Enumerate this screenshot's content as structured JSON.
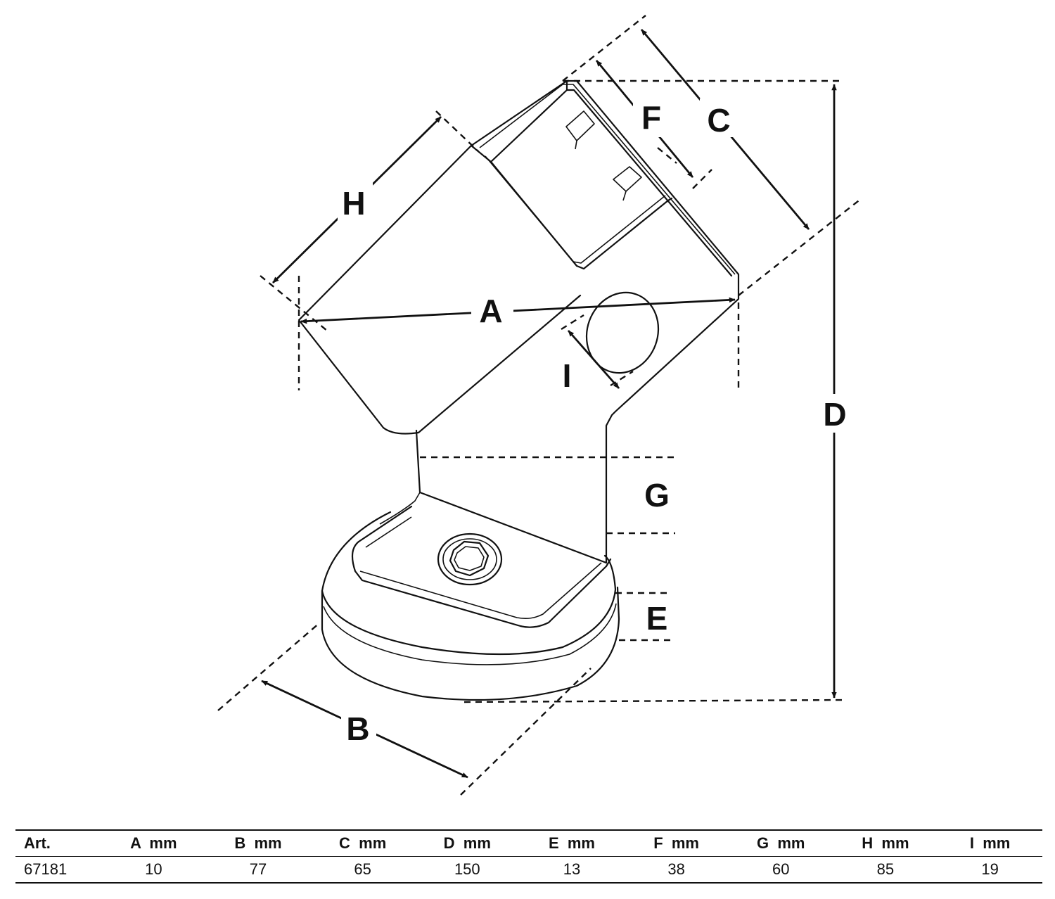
{
  "diagram": {
    "labels": [
      "A",
      "B",
      "C",
      "D",
      "E",
      "F",
      "G",
      "H",
      "I"
    ]
  },
  "table": {
    "headers": [
      "Art.",
      "A  mm",
      "B  mm",
      "C  mm",
      "D  mm",
      "E  mm",
      "F  mm",
      "G  mm",
      "H  mm",
      "I  mm"
    ],
    "rows": [
      [
        "67181",
        "10",
        "77",
        "65",
        "150",
        "13",
        "38",
        "60",
        "85",
        "19"
      ]
    ]
  }
}
